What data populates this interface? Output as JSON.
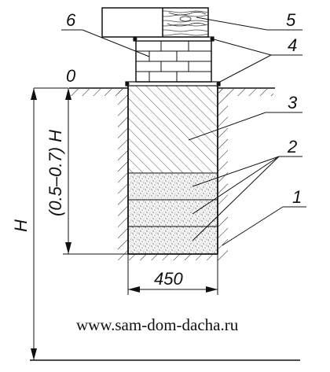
{
  "diagram": {
    "callouts": {
      "c1": "1",
      "c2": "2",
      "c3": "3",
      "c4": "4",
      "c5": "5",
      "c6": "6"
    },
    "ground_level": "0",
    "dimensions": {
      "width": "450",
      "depth": "(0.5–0.7) H",
      "total": "H"
    }
  },
  "watermark": "www.sam-dom-dacha.ru"
}
